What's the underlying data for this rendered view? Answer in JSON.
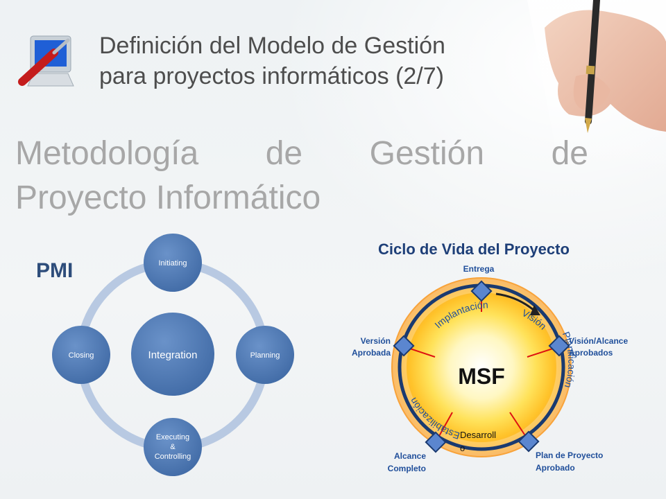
{
  "slide": {
    "title_line1": "Definición del Modelo de Gestión",
    "title_line2": "para proyectos informáticos (2/7)",
    "heading_words": [
      "Metodología",
      "de",
      "Gestión",
      "de"
    ],
    "heading_line2": "Proyecto Informático"
  },
  "pmi": {
    "label": "PMI",
    "center": "Integration",
    "nodes": {
      "initiating": "Initiating",
      "planning": "Planning",
      "executing": [
        "Executing",
        "&",
        "Controlling"
      ],
      "closing": "Closing"
    }
  },
  "msf": {
    "title": "Ciclo de Vida del Proyecto",
    "center": "MSF",
    "phases": {
      "vision": "Visión",
      "planificacion": "Planificación",
      "desarrollo": [
        "Desarroll",
        "o"
      ],
      "estabilizacion": "Estabilización",
      "implantacion": "Implantación"
    },
    "milestones": {
      "entrega": "Entrega",
      "vision_alcance": [
        "Visión/Alcance",
        "Aprobados"
      ],
      "plan_proyecto": [
        "Plan de Proyecto",
        "Aprobado"
      ],
      "alcance_completo": [
        "Alcance",
        "Completo"
      ],
      "version_aprobada": [
        "Versión",
        "Aprobada"
      ]
    }
  },
  "colors": {
    "pmi_node": "#4f79b4",
    "pmi_ring": "#b8c9e2",
    "msf_title": "#1e3f78",
    "msf_label": "#1f4e9a",
    "milestone": "#5b86cf"
  }
}
